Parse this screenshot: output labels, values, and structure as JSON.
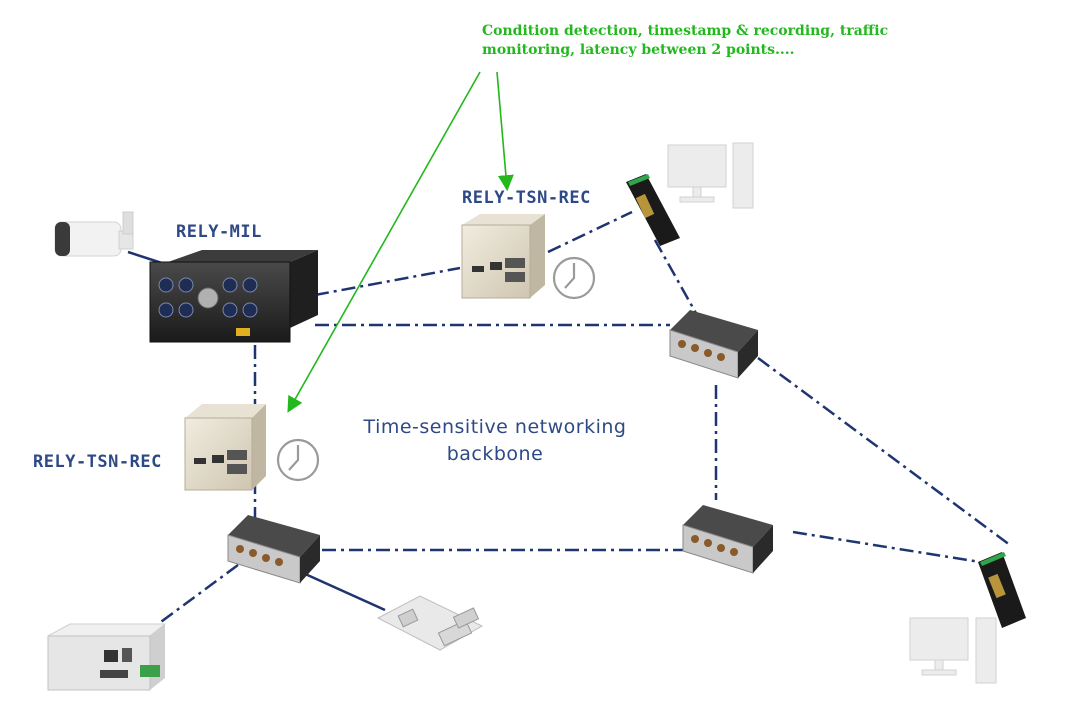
{
  "annotation": {
    "line1": "Condition detection, timestamp & recording, traffic",
    "line2": "monitoring,  latency between 2 points...."
  },
  "labels": {
    "rely_mil": "RELY-MIL",
    "rely_tsn_rec_top": "RELY-TSN-REC",
    "rely_tsn_rec_left": "RELY-TSN-REC",
    "backbone_line1": "Time-sensitive networking",
    "backbone_line2": "backbone"
  },
  "colors": {
    "link": "#1f3570",
    "annotation": "#22b81e",
    "label": "#2e4a86"
  }
}
